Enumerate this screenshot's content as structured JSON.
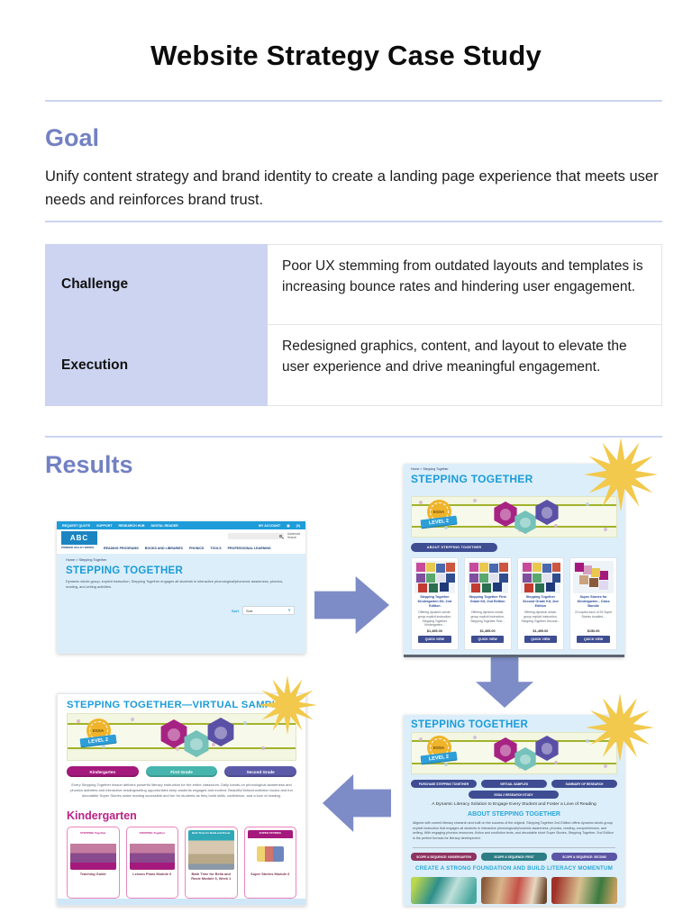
{
  "page": {
    "title": "Website Strategy Case Study"
  },
  "goal": {
    "heading": "Goal",
    "text": "Unify content strategy and brand identity to create a landing page experience that meets user needs and reinforces brand trust."
  },
  "table": {
    "rows": [
      {
        "label": "Challenge",
        "text": "Poor UX stemming from outdated layouts and templates is increasing bounce rates and hindering user engagement."
      },
      {
        "label": "Execution",
        "text": "Redesigned graphics, content, and layout to elevate the user experience and drive meaningful engagement."
      }
    ]
  },
  "results": {
    "heading": "Results"
  },
  "colors": {
    "accent_purple": "#7381c3",
    "arrow_blue": "#7d8cc7",
    "starburst_gold": "#f2c94c",
    "teal_heading": "#1b9cd8",
    "navy_button": "#3e4d92",
    "lavender_cell": "#ccd4f1"
  },
  "essa_badge": {
    "circle": "ESSA",
    "ribbon": "LEVEL 2"
  },
  "before": {
    "topbar": [
      "REQUEST QUOTE",
      "SUPPORT",
      "RESEARCH HUB",
      "DIGITAL READER"
    ],
    "account": "MY ACCOUNT",
    "cart_count": "(0)",
    "logo_abc": "ABC",
    "brand": "PIONEER VALLEY BOOKS",
    "nav": [
      "READING PROGRAMS",
      "BOOKS AND LIBRARIES",
      "PHONICS",
      "TOOLS",
      "PROFESSIONAL LEARNING"
    ],
    "advanced_search": "Advanced Search",
    "breadcrumb": "Home > Stepping Together",
    "heading": "STEPPING TOGETHER",
    "description": "Dynamic whole-group, explicit instruction, Stepping Together engages all students in interactive phonological/phonemic awareness, phonics, reading, and writing activities.",
    "sort_label": "Sort",
    "sort_value": "Sort",
    "sort_chevron": "∨"
  },
  "listing": {
    "breadcrumb": "Home > Stepping Together",
    "heading": "STEPPING TOGETHER",
    "about_button": "ABOUT STEPPING TOGETHER",
    "cards": [
      {
        "title": "Stepping Together Kindergarten Kit, 2nd Edition",
        "desc": "Offering dynamic whole-group explicit instruction, Stepping Together Kindergarten...",
        "price": "$1,495.00",
        "button": "QUICK VIEW"
      },
      {
        "title": "Stepping Together First Grade Kit, 2nd Edition",
        "desc": "Offering dynamic whole-group explicit instruction, Stepping Together First...",
        "price": "$1,495.00",
        "button": "QUICK VIEW"
      },
      {
        "title": "Stepping Together Second Grade Kit, 2nd Edition",
        "desc": "Offering dynamic whole-group explicit instruction, Stepping Together Second...",
        "price": "$1,495.00",
        "button": "QUICK VIEW"
      },
      {
        "title": "Super Stories for Kindergarten - Class Bundle",
        "desc": "24 copies each of 25 Super Stories bundled...",
        "price": "$150.00",
        "button": "QUICK VIEW"
      }
    ]
  },
  "landing": {
    "heading": "STEPPING TOGETHER",
    "buttons": [
      "PURCHASE STEPPING TOGETHER",
      "VIRTUAL SAMPLES",
      "SUMMARY OF RESEARCH"
    ],
    "essa_button": "ESSA 2 RESEARCH STUDY",
    "tagline": "A Dynamic Literacy Solution to Engage Every Student and Foster a Love of Reading",
    "about_heading": "ABOUT STEPPING TOGETHER",
    "about_text": "Aligned with current literacy research and built on the success of the original, Stepping Together 2nd Edition offers dynamic whole-group explicit instruction that engages all students in interactive phonological/phonemic awareness, phonics, reading, comprehension, and writing. With engaging phonics resources, fiction and nonfiction texts, and decodable short Super Stories, Stepping Together, 2nd Edition is the perfect formula for literacy development.",
    "scope_buttons": [
      "SCOPE & SEQUENCE: KINDERGARTEN",
      "SCOPE & SEQUENCE: FIRST",
      "SCOPE & SEQUENCE: SECOND"
    ],
    "momentum_heading": "CREATE A STRONG FOUNDATION AND BUILD LITERACY MOMENTUM"
  },
  "samples": {
    "heading": "STEPPING TOGETHER—VIRTUAL SAMPLES",
    "grade_buttons": [
      "Kindergarten",
      "First Grade",
      "Second Grade"
    ],
    "intro": "Every Stepping Together lesson delivers powerful literacy instruction for the entire classroom. Daily hands-on phonological awareness and phonics activities and interactive reading/writing opportunities keep students engaged and excited. Beautiful fiction/nonfiction books and fun decodable Super Stories make reading accessible and fun for students as they build skills, confidence, and a love of reading.",
    "section_heading": "Kindergarten",
    "cards": [
      {
        "cover": "STEPPING Together",
        "caption": "Teaching Guide"
      },
      {
        "cover": "STEPPING Together",
        "caption": "Lesson Plans Module 6"
      },
      {
        "cover": "Bath Time for Bella and Rosie",
        "caption": "Bath Time for Bella and Rosie Module 6, Week 1"
      },
      {
        "cover": "SUPER STORIES",
        "caption": "Super Stories Module 6"
      }
    ]
  }
}
